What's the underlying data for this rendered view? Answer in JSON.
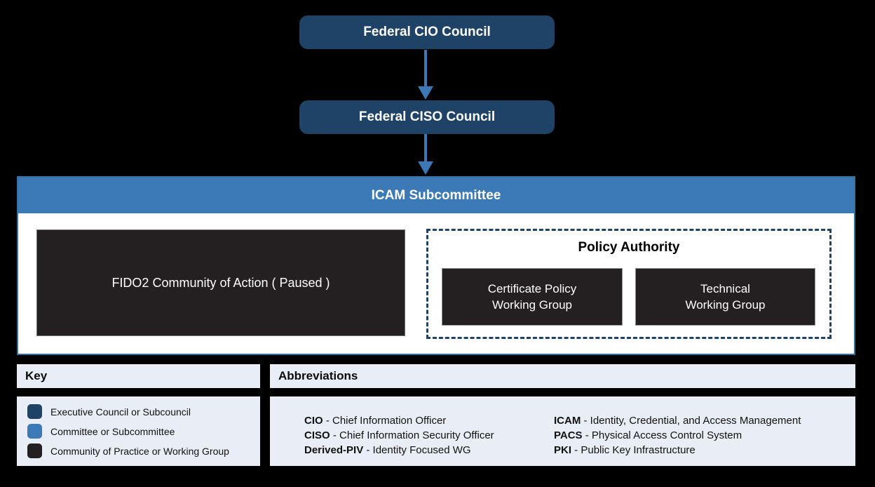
{
  "colors": {
    "background": "#000000",
    "executive_navy": "#1F4366",
    "committee_blue": "#3B7AB6",
    "working_group_dark": "#241F21",
    "panel_light": "#E9EEF6",
    "arrow_blue": "#3B78B5"
  },
  "org_chart": {
    "nodes": {
      "federal_cio_council": {
        "label": "Federal CIO Council"
      },
      "federal_ciso_council": {
        "label": "Federal CISO Council"
      },
      "icam_subcommittee": {
        "label": "ICAM Subcommittee"
      },
      "fido2_community": {
        "label": "FIDO2 Community of Action ( Paused )"
      },
      "policy_authority": {
        "label": "Policy Authority"
      },
      "certificate_policy_wg": {
        "label": "Certificate Policy\nWorking Group"
      },
      "technical_wg": {
        "label": "Technical\nWorking Group"
      }
    }
  },
  "key": {
    "title": "Key",
    "items": [
      {
        "label": "Executive Council or Subcouncil",
        "color": "#1F4366"
      },
      {
        "label": "Committee or Subcommittee",
        "color": "#3B7AB6"
      },
      {
        "label": "Community of Practice or Working Group",
        "color": "#241F21"
      }
    ]
  },
  "abbreviations": {
    "title": "Abbreviations",
    "columns": [
      [
        {
          "abbr": "CIO",
          "desc": " - Chief Information Officer"
        },
        {
          "abbr": "CISO",
          "desc": " - Chief Information Security Officer"
        },
        {
          "abbr": "Derived-PIV",
          "desc": " - Identity Focused WG"
        }
      ],
      [
        {
          "abbr": "ICAM",
          "desc": " - Identity, Credential, and Access Management"
        },
        {
          "abbr": "PACS",
          "desc": " - Physical Access Control System"
        },
        {
          "abbr": "PKI",
          "desc": " - Public Key Infrastructure"
        }
      ]
    ]
  }
}
